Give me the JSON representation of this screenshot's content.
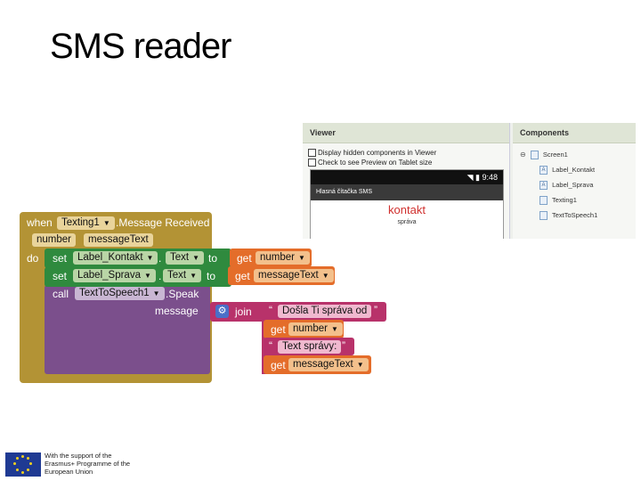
{
  "slide": {
    "title": "SMS reader"
  },
  "designer": {
    "viewer": {
      "header": "Viewer",
      "checkbox1": "Display hidden components in Viewer",
      "checkbox2": "Check to see Preview on Tablet size",
      "phone": {
        "time": "9:48",
        "app_title": "Hlasná čítačka SMS",
        "label_kontakt": "kontakt",
        "label_sprava": "správa"
      }
    },
    "components": {
      "header": "Components",
      "screen": "Screen1",
      "items": [
        "Label_Kontakt",
        "Label_Sprava",
        "Texting1",
        "TextToSpeech1"
      ]
    }
  },
  "blocks": {
    "event": {
      "when": "when",
      "component": "Texting1",
      "event": ".Message Received",
      "param1": "number",
      "param2": "messageText",
      "do": "do"
    },
    "set1": {
      "set": "set",
      "component": "Label_Kontakt",
      "dot": ".",
      "property": "Text",
      "to": "to",
      "get": "get",
      "var": "number"
    },
    "set2": {
      "set": "set",
      "component": "Label_Sprava",
      "dot": ".",
      "property": "Text",
      "to": "to",
      "get": "get",
      "var": "messageText"
    },
    "call": {
      "call": "call",
      "component": "TextToSpeech1",
      "method": ".Speak",
      "arg": "message"
    },
    "join": {
      "label": "join",
      "str1": "Došla Ti správa od",
      "get1": "get",
      "var1": "number",
      "str2": "Text správy:",
      "get2": "get",
      "var2": "messageText",
      "quote_open": "“",
      "quote_close": "”"
    }
  },
  "footer": {
    "eu_text": "With the support of the Erasmus+ Programme of the European Union"
  },
  "colors": {
    "event_block": "#b39335",
    "set_block": "#2f8a3e",
    "get_block": "#e46d2a",
    "text_block": "#b8326a",
    "procedure_block": "#7b4f8c"
  }
}
